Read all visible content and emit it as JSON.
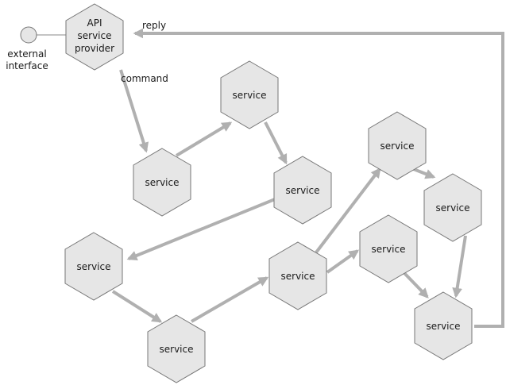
{
  "external_interface": {
    "label_line1": "external",
    "label_line2": "interface"
  },
  "api_provider": {
    "line1": "API",
    "line2": "service",
    "line3": "provider"
  },
  "edge_labels": {
    "command": "command",
    "reply": "reply"
  },
  "services": [
    {
      "id": "s1",
      "label": "service"
    },
    {
      "id": "s2",
      "label": "service"
    },
    {
      "id": "s3",
      "label": "service"
    },
    {
      "id": "s4",
      "label": "service"
    },
    {
      "id": "s5",
      "label": "service"
    },
    {
      "id": "s6",
      "label": "service"
    },
    {
      "id": "s7",
      "label": "service"
    },
    {
      "id": "s8",
      "label": "service"
    },
    {
      "id": "s9",
      "label": "service"
    },
    {
      "id": "s10",
      "label": "service"
    }
  ],
  "colors": {
    "node_fill": "#e6e6e6",
    "node_stroke": "#777777",
    "arrow": "#b0b0b0"
  }
}
